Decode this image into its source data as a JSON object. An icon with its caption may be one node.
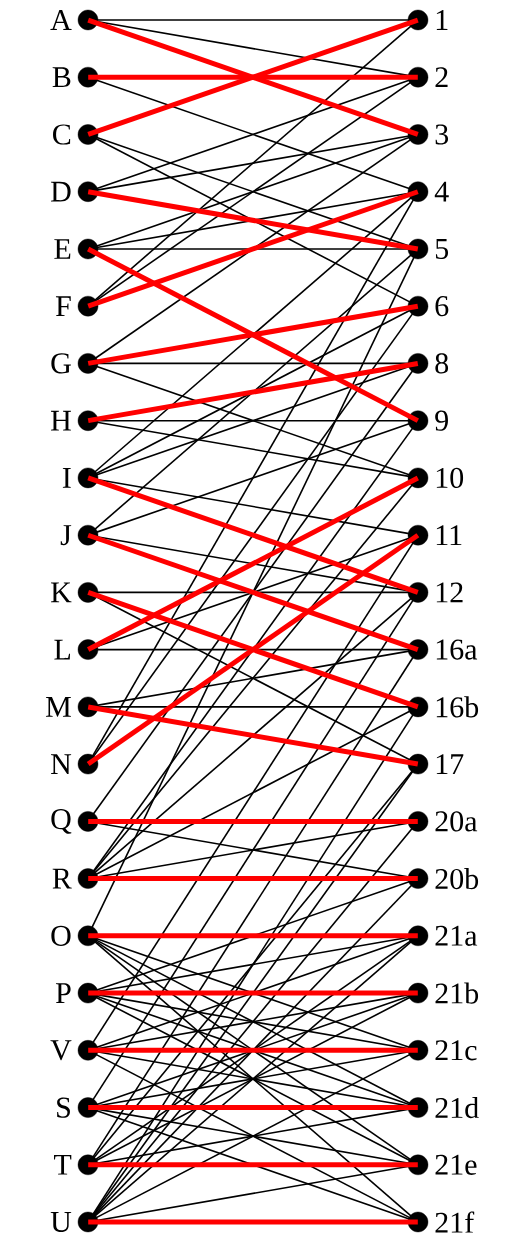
{
  "diagram": {
    "nodes": [
      {
        "text": [],
        "shape": "circle",
        "beside": [
          "A"
        ]
      },
      {
        "text": [],
        "shape": "circle",
        "beside": [
          "1"
        ]
      },
      {
        "text": [],
        "shape": "circle",
        "beside": [
          "B"
        ]
      },
      {
        "text": [],
        "shape": "circle",
        "beside": [
          "2"
        ]
      },
      {
        "text": [],
        "shape": "circle",
        "beside": [
          "C"
        ]
      },
      {
        "text": [],
        "shape": "circle",
        "beside": [
          "3"
        ]
      },
      {
        "text": [],
        "shape": "circle",
        "beside": [
          "D"
        ]
      },
      {
        "text": [],
        "shape": "circle",
        "beside": [
          "4"
        ]
      },
      {
        "text": [],
        "shape": "circle",
        "beside": [
          "E"
        ]
      },
      {
        "text": [],
        "shape": "circle",
        "beside": [
          "5"
        ]
      },
      {
        "text": [],
        "shape": "circle",
        "beside": [
          "F"
        ]
      },
      {
        "text": [],
        "shape": "circle",
        "beside": [
          "6"
        ]
      },
      {
        "text": [],
        "shape": "circle",
        "beside": [
          "G"
        ]
      },
      {
        "text": [],
        "shape": "circle",
        "beside": [
          "8"
        ]
      },
      {
        "text": [],
        "shape": "circle",
        "beside": [
          "H"
        ]
      },
      {
        "text": [],
        "shape": "circle",
        "beside": [
          "9"
        ]
      },
      {
        "text": [],
        "shape": "circle",
        "beside": [
          "I"
        ]
      },
      {
        "text": [],
        "shape": "circle",
        "beside": [
          "10"
        ]
      },
      {
        "text": [],
        "shape": "circle",
        "beside": [
          "J"
        ]
      },
      {
        "text": [],
        "shape": "circle",
        "beside": [
          "11"
        ]
      },
      {
        "text": [],
        "shape": "circle",
        "beside": [
          "K"
        ]
      },
      {
        "text": [],
        "shape": "circle",
        "beside": [
          "12"
        ]
      },
      {
        "text": [],
        "shape": "circle",
        "beside": [
          "L"
        ]
      },
      {
        "text": [],
        "shape": "circle",
        "beside": [
          "16a"
        ]
      },
      {
        "text": [],
        "shape": "circle",
        "beside": [
          "M"
        ]
      },
      {
        "text": [],
        "shape": "circle",
        "beside": [
          "16b"
        ]
      },
      {
        "text": [],
        "shape": "circle",
        "beside": [
          "N"
        ]
      },
      {
        "text": [],
        "shape": "circle",
        "beside": [
          "17"
        ]
      },
      {
        "text": [],
        "shape": "circle",
        "beside": [
          "Q"
        ]
      },
      {
        "text": [],
        "shape": "circle",
        "beside": [
          "20a"
        ]
      },
      {
        "text": [],
        "shape": "circle",
        "beside": [
          "R"
        ]
      },
      {
        "text": [],
        "shape": "circle",
        "beside": [
          "20b"
        ]
      },
      {
        "text": [],
        "shape": "circle",
        "beside": [
          "O"
        ]
      },
      {
        "text": [],
        "shape": "circle",
        "beside": [
          "21a"
        ]
      },
      {
        "text": [],
        "shape": "circle",
        "beside": [
          "P"
        ]
      },
      {
        "text": [],
        "shape": "circle",
        "beside": [
          "21b"
        ]
      },
      {
        "text": [],
        "shape": "circle",
        "beside": [
          "V"
        ]
      },
      {
        "text": [],
        "shape": "circle",
        "beside": [
          "21c"
        ]
      },
      {
        "text": [],
        "shape": "circle",
        "beside": [
          "S"
        ]
      },
      {
        "text": [],
        "shape": "circle",
        "beside": [
          "21d"
        ]
      },
      {
        "text": [],
        "shape": "circle",
        "beside": [
          "T"
        ]
      },
      {
        "text": [],
        "shape": "circle",
        "beside": [
          "21e"
        ]
      },
      {
        "text": [],
        "shape": "circle",
        "beside": [
          "U"
        ]
      },
      {
        "text": [],
        "shape": "circle",
        "beside": [
          "21f"
        ]
      }
    ],
    "edges": [
      {
        "from": 0,
        "to": 1,
        "arrow": "none"
      },
      {
        "from": 0,
        "to": 3,
        "arrow": "none"
      },
      {
        "from": 2,
        "to": 7,
        "arrow": "none"
      },
      {
        "from": 4,
        "to": 9,
        "arrow": "none"
      },
      {
        "from": 4,
        "to": 11,
        "arrow": "none"
      },
      {
        "from": 6,
        "to": 3,
        "arrow": "none"
      },
      {
        "from": 6,
        "to": 5,
        "arrow": "none"
      },
      {
        "from": 8,
        "to": 5,
        "arrow": "none"
      },
      {
        "from": 8,
        "to": 7,
        "arrow": "none"
      },
      {
        "from": 8,
        "to": 9,
        "arrow": "none"
      },
      {
        "from": 10,
        "to": 1,
        "arrow": "none"
      },
      {
        "from": 10,
        "to": 3,
        "arrow": "none"
      },
      {
        "from": 12,
        "to": 5,
        "arrow": "none"
      },
      {
        "from": 12,
        "to": 13,
        "arrow": "none"
      },
      {
        "from": 12,
        "to": 17,
        "arrow": "none"
      },
      {
        "from": 14,
        "to": 15,
        "arrow": "none"
      },
      {
        "from": 14,
        "to": 17,
        "arrow": "none"
      },
      {
        "from": 16,
        "to": 7,
        "arrow": "none"
      },
      {
        "from": 16,
        "to": 11,
        "arrow": "none"
      },
      {
        "from": 16,
        "to": 13,
        "arrow": "none"
      },
      {
        "from": 16,
        "to": 19,
        "arrow": "none"
      },
      {
        "from": 18,
        "to": 9,
        "arrow": "none"
      },
      {
        "from": 18,
        "to": 15,
        "arrow": "none"
      },
      {
        "from": 18,
        "to": 21,
        "arrow": "none"
      },
      {
        "from": 20,
        "to": 21,
        "arrow": "none"
      },
      {
        "from": 20,
        "to": 27,
        "arrow": "none"
      },
      {
        "from": 22,
        "to": 19,
        "arrow": "none"
      },
      {
        "from": 22,
        "to": 23,
        "arrow": "none"
      },
      {
        "from": 24,
        "to": 23,
        "arrow": "none"
      },
      {
        "from": 24,
        "to": 25,
        "arrow": "none"
      },
      {
        "from": 26,
        "to": 7,
        "arrow": "none"
      },
      {
        "from": 26,
        "to": 11,
        "arrow": "none"
      },
      {
        "from": 28,
        "to": 13,
        "arrow": "none"
      },
      {
        "from": 28,
        "to": 31,
        "arrow": "none"
      },
      {
        "from": 30,
        "to": 15,
        "arrow": "none"
      },
      {
        "from": 30,
        "to": 17,
        "arrow": "none"
      },
      {
        "from": 30,
        "to": 21,
        "arrow": "none"
      },
      {
        "from": 30,
        "to": 25,
        "arrow": "none"
      },
      {
        "from": 30,
        "to": 29,
        "arrow": "none"
      },
      {
        "from": 32,
        "to": 9,
        "arrow": "none"
      },
      {
        "from": 32,
        "to": 37,
        "arrow": "none"
      },
      {
        "from": 32,
        "to": 39,
        "arrow": "none"
      },
      {
        "from": 32,
        "to": 41,
        "arrow": "none"
      },
      {
        "from": 32,
        "to": 43,
        "arrow": "none"
      },
      {
        "from": 34,
        "to": 31,
        "arrow": "none"
      },
      {
        "from": 34,
        "to": 33,
        "arrow": "none"
      },
      {
        "from": 34,
        "to": 37,
        "arrow": "none"
      },
      {
        "from": 34,
        "to": 39,
        "arrow": "none"
      },
      {
        "from": 34,
        "to": 41,
        "arrow": "none"
      },
      {
        "from": 36,
        "to": 19,
        "arrow": "none"
      },
      {
        "from": 36,
        "to": 33,
        "arrow": "none"
      },
      {
        "from": 36,
        "to": 35,
        "arrow": "none"
      },
      {
        "from": 36,
        "to": 39,
        "arrow": "none"
      },
      {
        "from": 36,
        "to": 43,
        "arrow": "none"
      },
      {
        "from": 38,
        "to": 21,
        "arrow": "none"
      },
      {
        "from": 38,
        "to": 35,
        "arrow": "none"
      },
      {
        "from": 38,
        "to": 37,
        "arrow": "none"
      },
      {
        "from": 38,
        "to": 41,
        "arrow": "none"
      },
      {
        "from": 38,
        "to": 43,
        "arrow": "none"
      },
      {
        "from": 40,
        "to": 23,
        "arrow": "none"
      },
      {
        "from": 40,
        "to": 27,
        "arrow": "none"
      },
      {
        "from": 40,
        "to": 33,
        "arrow": "none"
      },
      {
        "from": 40,
        "to": 35,
        "arrow": "none"
      },
      {
        "from": 40,
        "to": 39,
        "arrow": "none"
      },
      {
        "from": 42,
        "to": 25,
        "arrow": "none"
      },
      {
        "from": 42,
        "to": 27,
        "arrow": "none"
      },
      {
        "from": 42,
        "to": 29,
        "arrow": "none"
      },
      {
        "from": 42,
        "to": 31,
        "arrow": "none"
      },
      {
        "from": 42,
        "to": 33,
        "arrow": "none"
      },
      {
        "from": 42,
        "to": 37,
        "arrow": "none"
      },
      {
        "from": 42,
        "to": 41,
        "arrow": "none"
      },
      {
        "from": 0,
        "to": 5,
        "arrow": "none",
        "style": "thick",
        "color": "#ff0000"
      },
      {
        "from": 2,
        "to": 3,
        "arrow": "none",
        "style": "thick",
        "color": "#ff0000"
      },
      {
        "from": 4,
        "to": 1,
        "arrow": "none",
        "style": "thick",
        "color": "#ff0000"
      },
      {
        "from": 6,
        "to": 9,
        "arrow": "none",
        "style": "thick",
        "color": "#ff0000"
      },
      {
        "from": 8,
        "to": 15,
        "arrow": "none",
        "style": "thick",
        "color": "#ff0000"
      },
      {
        "from": 10,
        "to": 7,
        "arrow": "none",
        "style": "thick",
        "color": "#ff0000"
      },
      {
        "from": 12,
        "to": 11,
        "arrow": "none",
        "style": "thick",
        "color": "#ff0000"
      },
      {
        "from": 14,
        "to": 13,
        "arrow": "none",
        "style": "thick",
        "color": "#ff0000"
      },
      {
        "from": 16,
        "to": 21,
        "arrow": "none",
        "style": "thick",
        "color": "#ff0000"
      },
      {
        "from": 18,
        "to": 23,
        "arrow": "none",
        "style": "thick",
        "color": "#ff0000"
      },
      {
        "from": 20,
        "to": 25,
        "arrow": "none",
        "style": "thick",
        "color": "#ff0000"
      },
      {
        "from": 22,
        "to": 17,
        "arrow": "none",
        "style": "thick",
        "color": "#ff0000"
      },
      {
        "from": 24,
        "to": 27,
        "arrow": "none",
        "style": "thick",
        "color": "#ff0000"
      },
      {
        "from": 26,
        "to": 19,
        "arrow": "none",
        "style": "thick",
        "color": "#ff0000"
      },
      {
        "from": 28,
        "to": 29,
        "arrow": "none",
        "style": "thick",
        "color": "#ff0000"
      },
      {
        "from": 30,
        "to": 31,
        "arrow": "none",
        "style": "thick",
        "color": "#ff0000"
      },
      {
        "from": 32,
        "to": 33,
        "arrow": "none",
        "style": "thick",
        "color": "#ff0000"
      },
      {
        "from": 34,
        "to": 35,
        "arrow": "none",
        "style": "thick",
        "color": "#ff0000"
      },
      {
        "from": 36,
        "to": 37,
        "arrow": "none",
        "style": "thick",
        "color": "#ff0000"
      },
      {
        "from": 38,
        "to": 39,
        "arrow": "none",
        "style": "thick",
        "color": "#ff0000"
      },
      {
        "from": 40,
        "to": 41,
        "arrow": "none",
        "style": "thick",
        "color": "#ff0000"
      },
      {
        "from": 42,
        "to": 43,
        "arrow": "none",
        "style": "thick",
        "color": "#ff0000"
      }
    ]
  }
}
